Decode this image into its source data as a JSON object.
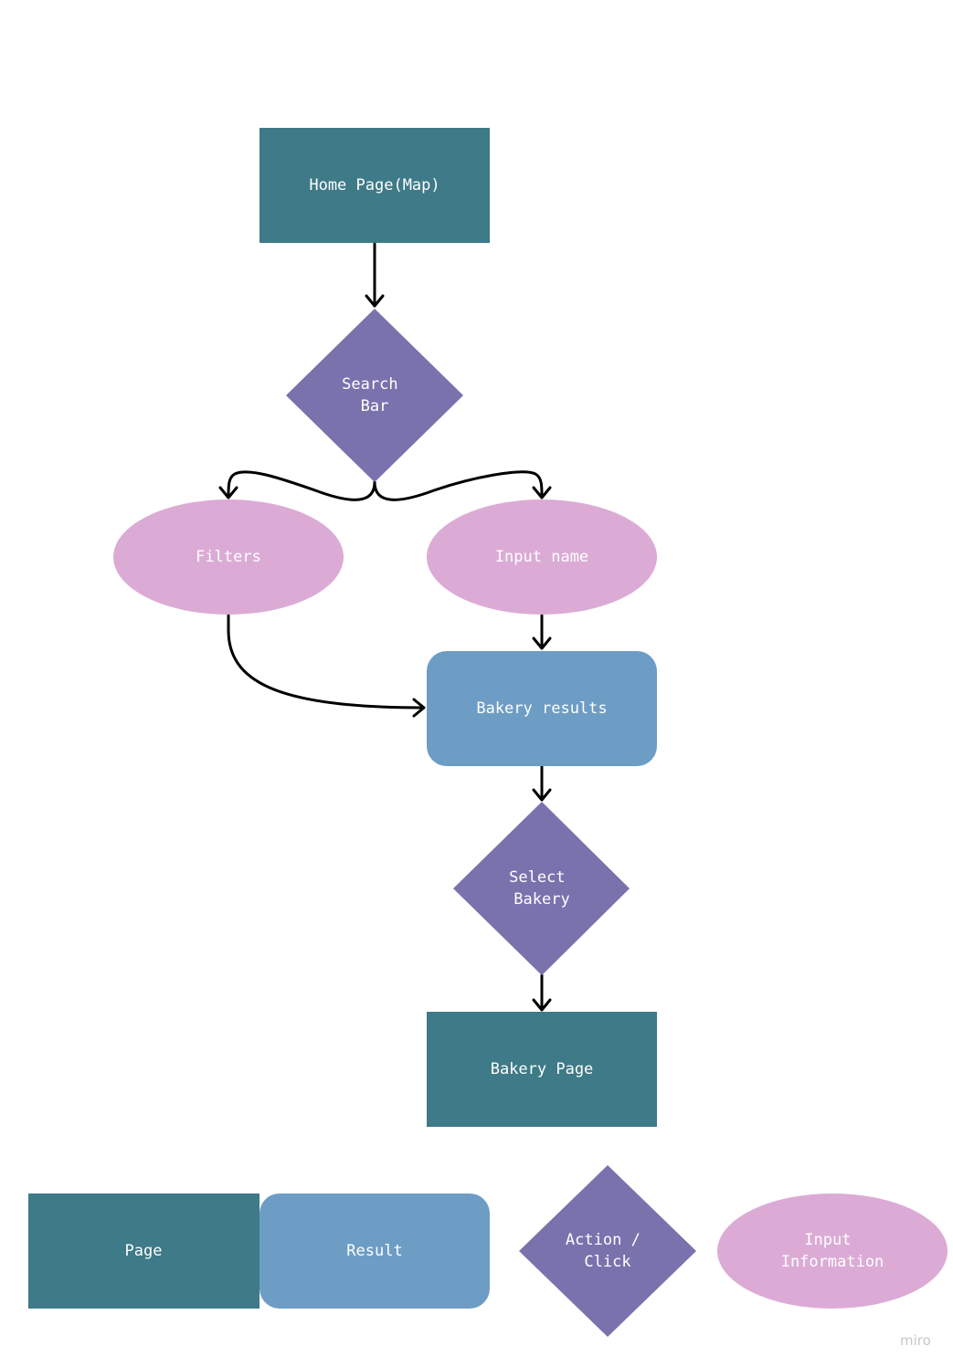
{
  "colors": {
    "page": "#3e7a87",
    "result": "#6d9dc5",
    "action": "#7a72ad",
    "input": "#dbabd6"
  },
  "nodes": {
    "home": {
      "type": "page",
      "lines": [
        "Home Page(Map)"
      ]
    },
    "search": {
      "type": "action",
      "lines": [
        "Search",
        "Bar"
      ]
    },
    "filters": {
      "type": "input",
      "lines": [
        "Filters"
      ]
    },
    "input_name": {
      "type": "input",
      "lines": [
        "Input name"
      ]
    },
    "results": {
      "type": "result",
      "lines": [
        "Bakery results"
      ]
    },
    "select": {
      "type": "action",
      "lines": [
        "Select",
        "Bakery"
      ]
    },
    "bakery_page": {
      "type": "page",
      "lines": [
        "Bakery Page"
      ]
    }
  },
  "edges": [
    [
      "home",
      "search"
    ],
    [
      "search",
      "filters"
    ],
    [
      "search",
      "input_name"
    ],
    [
      "filters",
      "results"
    ],
    [
      "input_name",
      "results"
    ],
    [
      "results",
      "select"
    ],
    [
      "select",
      "bakery_page"
    ]
  ],
  "legend": {
    "page": {
      "lines": [
        "Page"
      ]
    },
    "result": {
      "lines": [
        "Result"
      ]
    },
    "action": {
      "lines": [
        "Action /",
        "Click"
      ]
    },
    "input": {
      "lines": [
        "Input",
        "Information"
      ]
    }
  },
  "watermark": "miro"
}
